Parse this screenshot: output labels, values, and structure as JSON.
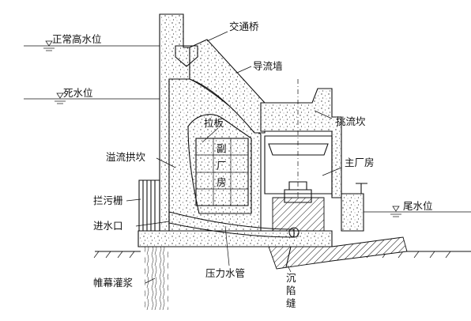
{
  "labels": {
    "normal_high_water": "正常高水位",
    "dead_water": "死水位",
    "traffic_bridge": "交通桥",
    "guide_wall": "导流墙",
    "flip_bucket": "挑流坎",
    "tie_plate": "拉板",
    "overflow_arch": "溢流拱坎",
    "aux_1": "副",
    "aux_2": "厂",
    "aux_3": "房",
    "powerhouse": "主厂房",
    "trash_rack": "拦污栅",
    "tail_water": "尾水位",
    "intake": "进水口",
    "curtain_grouting": "帷幕灌浆",
    "penstock": "压力水管",
    "joint_1": "沉",
    "joint_2": "陷",
    "joint_3": "缝"
  }
}
